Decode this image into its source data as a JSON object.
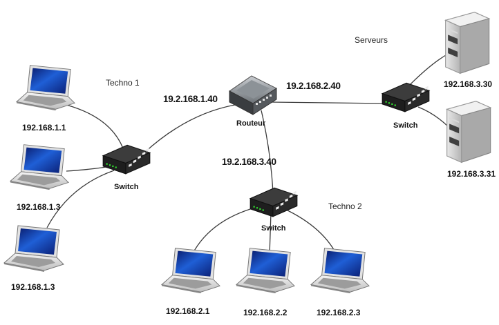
{
  "groups": {
    "techno1": "Techno 1",
    "techno2": "Techno 2",
    "servers": "Serveurs"
  },
  "router": {
    "label": "Routeur",
    "if_techno1": "19.2.168.1.40",
    "if_servers": "19.2.168.2.40",
    "if_techno2": "19.2.168.3.40"
  },
  "switches": {
    "techno1": "Switch",
    "techno2": "Switch",
    "servers": "Switch"
  },
  "laptops_techno1": [
    "192.168.1.1",
    "192.168.1.3",
    "192.168.1.3"
  ],
  "laptops_techno2": [
    "192.168.2.1",
    "192.168.2.2",
    "192.168.2.3"
  ],
  "servers": [
    "192.168.3.30",
    "192.168.3.31"
  ]
}
